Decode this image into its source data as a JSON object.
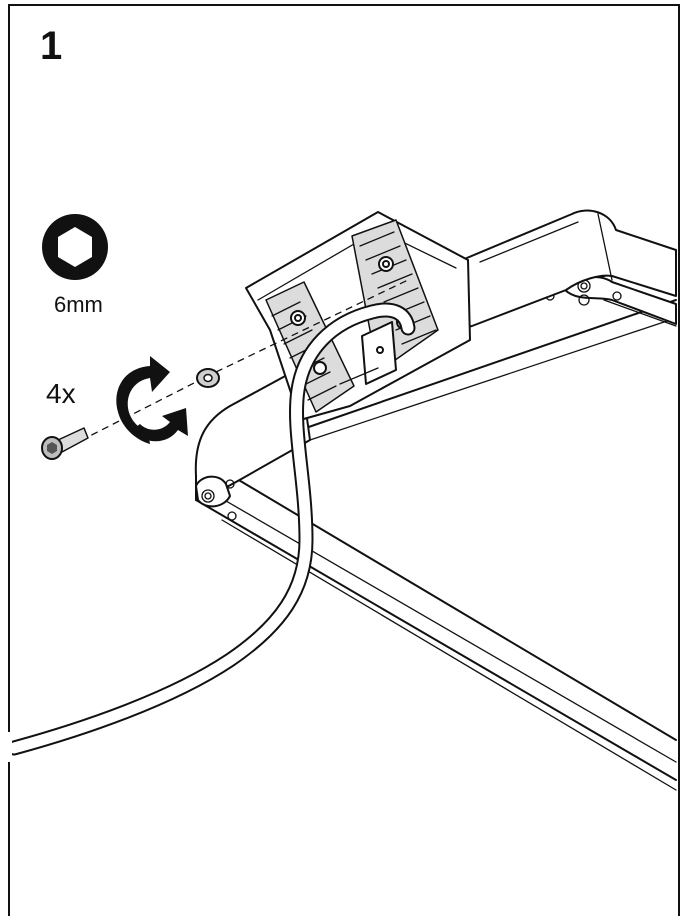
{
  "step": {
    "number": "1"
  },
  "tool": {
    "icon": "hex-key-icon",
    "size_label": "6mm"
  },
  "hardware": {
    "quantity_label": "4x",
    "items": [
      "bolt-icon",
      "washer-icon"
    ]
  },
  "action": {
    "icon": "rotate-clockwise-icon"
  },
  "colors": {
    "line": "#111111",
    "fill": "#ffffff",
    "shade": "#d9d9d9"
  }
}
